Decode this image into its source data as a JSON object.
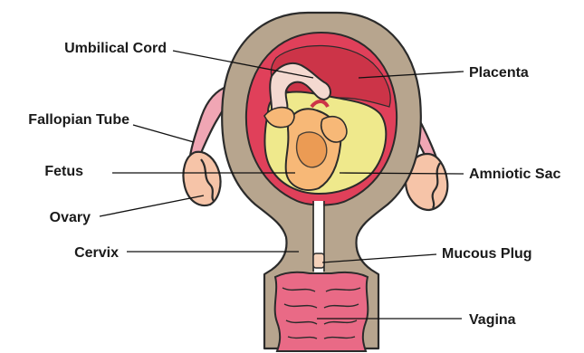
{
  "colors": {
    "uterus_wall": "#b7a58e",
    "uterus_lining": "#e0405a",
    "placenta": "#cc3448",
    "amniotic_fluid": "#efe98c",
    "fetus_skin": "#f7b877",
    "fetus_shade": "#e9974f",
    "cord": "#f4d9d0",
    "ovary": "#f6c4a8",
    "tube": "#f0a6b4",
    "vagina": "#e96a86",
    "vagina_dark": "#d24f6d",
    "plug": "#f5d2ba"
  },
  "labels": {
    "umbilical_cord": "Umbilical Cord",
    "placenta": "Placenta",
    "fallopian_tube": "Fallopian Tube",
    "fetus": "Fetus",
    "amniotic_sac": "Amniotic Sac",
    "ovary": "Ovary",
    "cervix": "Cervix",
    "mucous_plug": "Mucous Plug",
    "vagina": "Vagina"
  }
}
